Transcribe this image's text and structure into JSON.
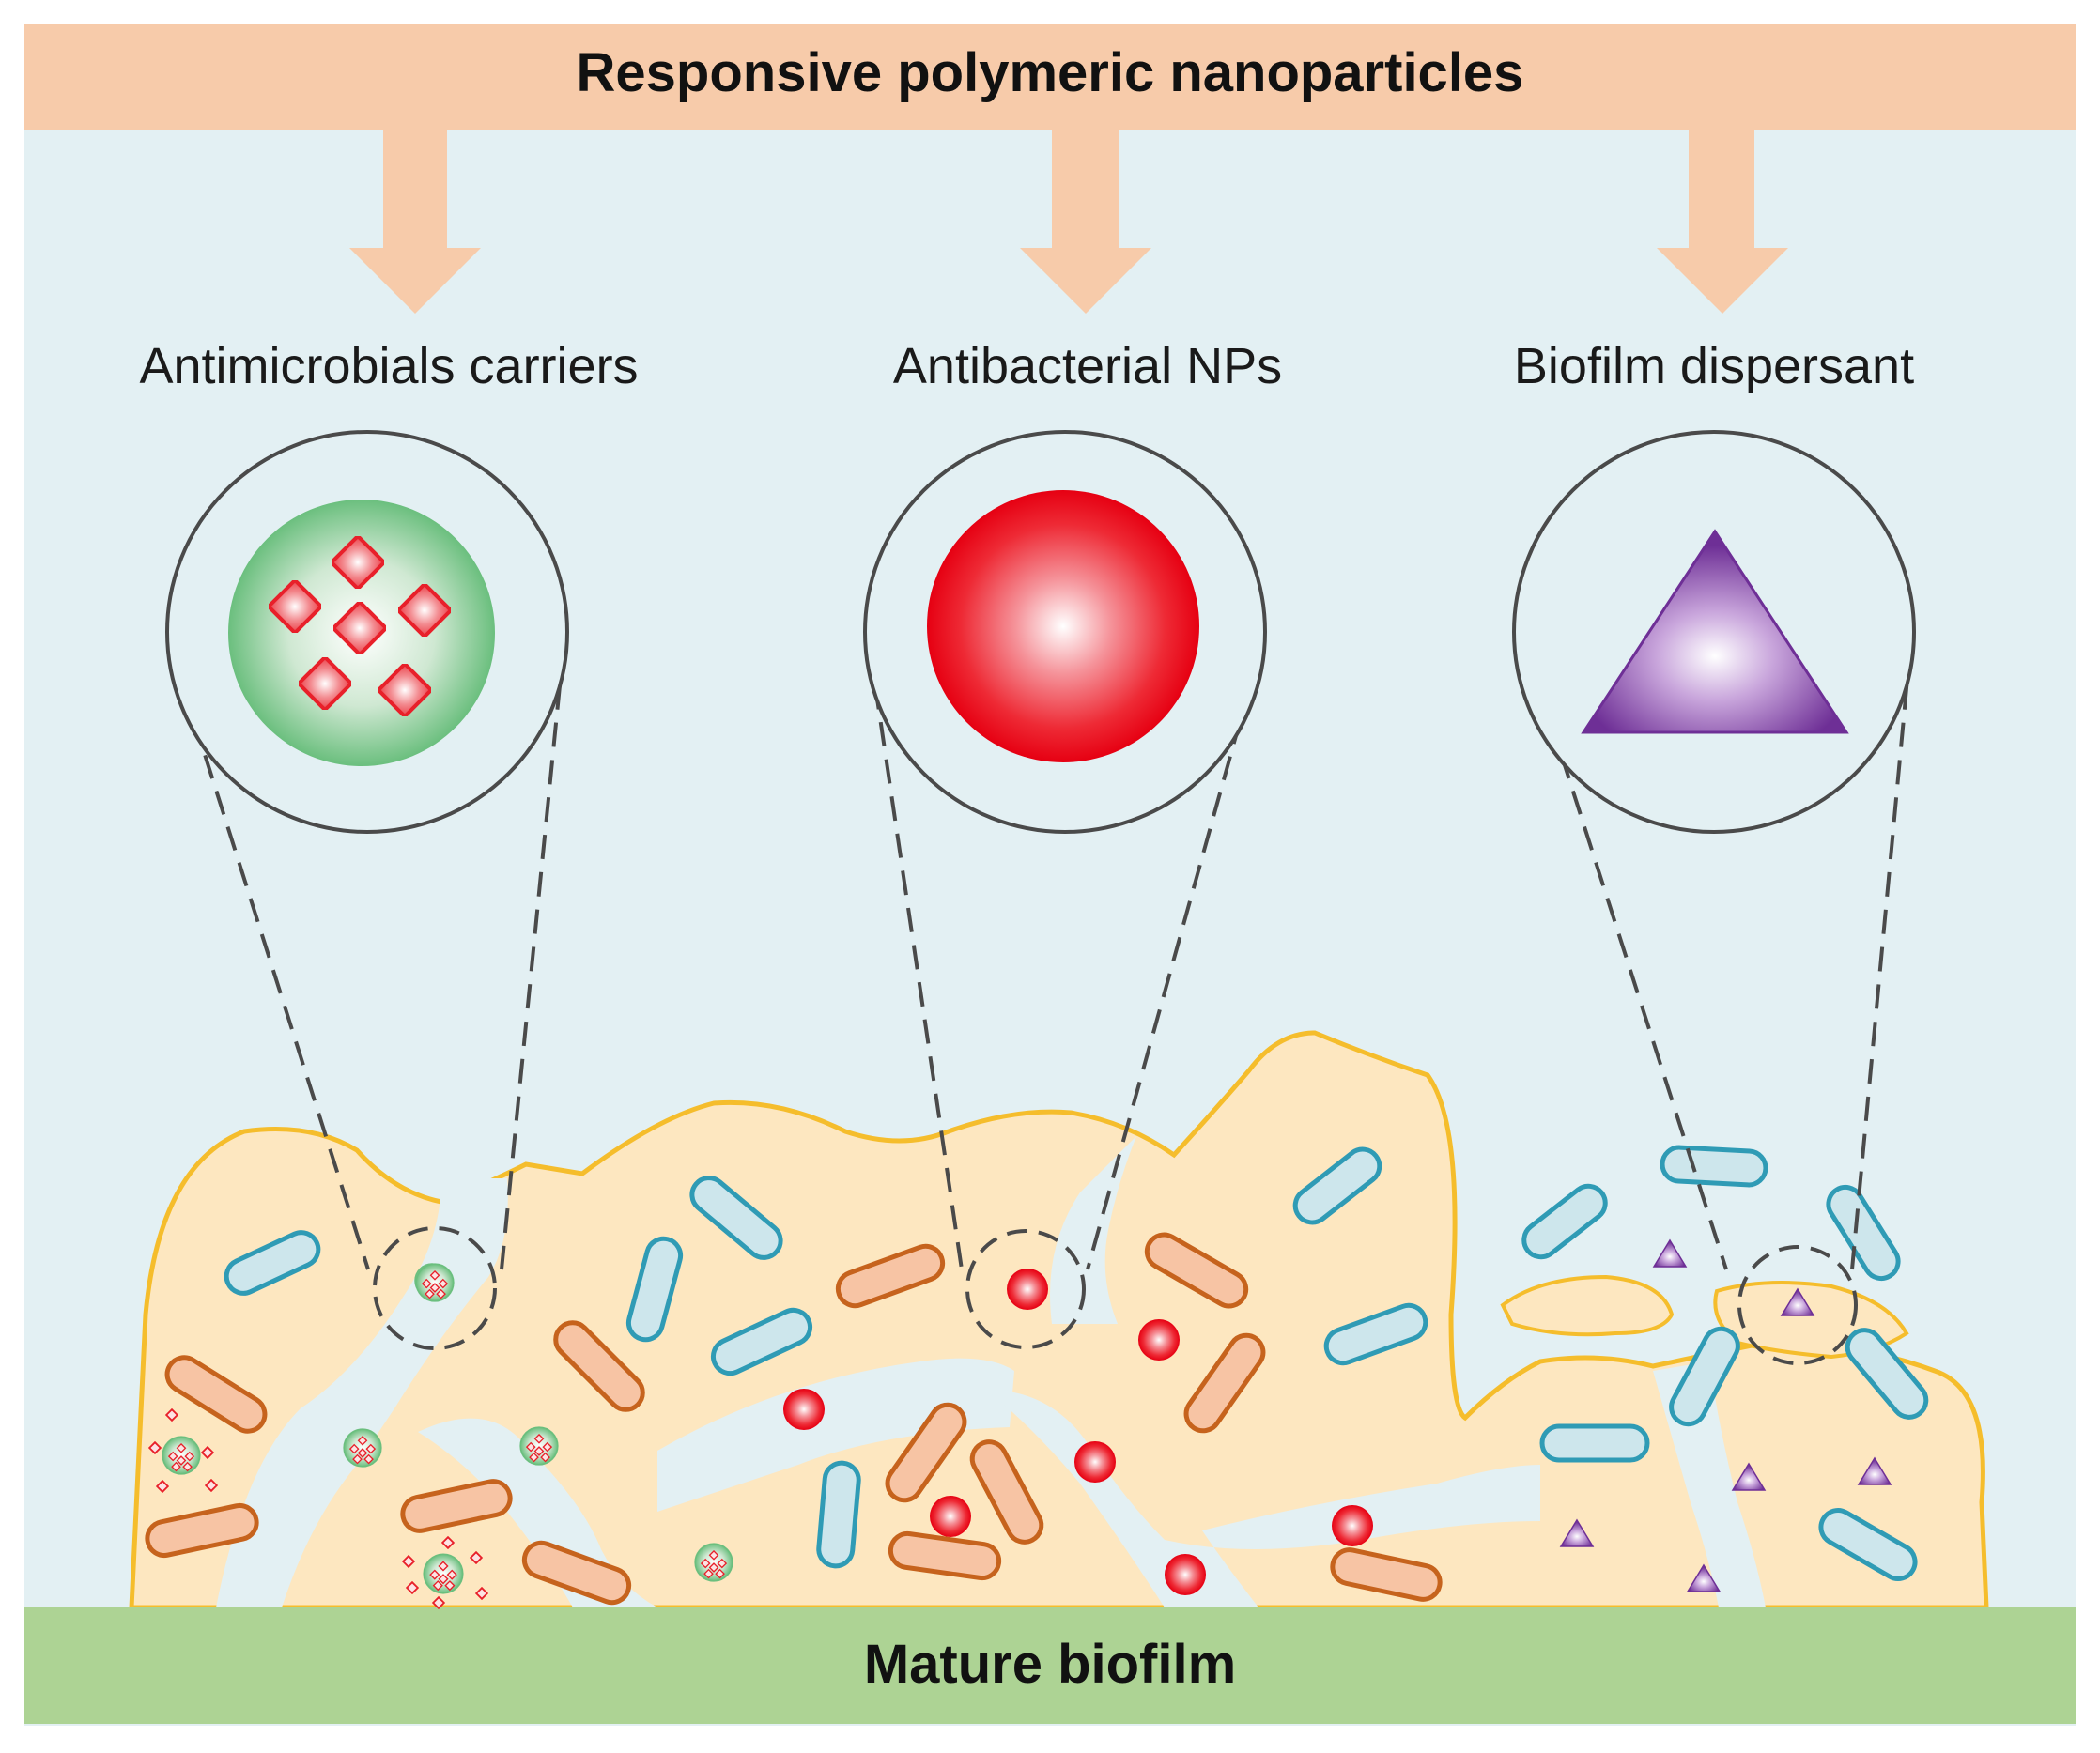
{
  "header": {
    "title": "Responsive polymeric nanoparticles"
  },
  "categories": [
    {
      "label": "Antimicrobials carriers",
      "icon": "drug-loaded-carrier-icon"
    },
    {
      "label": "Antibacterial NPs",
      "icon": "red-sphere-nanoparticle-icon"
    },
    {
      "label": "Biofilm dispersant",
      "icon": "purple-triangle-dispersant-icon"
    }
  ],
  "footer": {
    "label": "Mature biofilm"
  },
  "colors": {
    "header_bar": "#f7cbaa",
    "arrow": "#f7cbaa",
    "background": "#e3f0f3",
    "biofilm_matrix": "#fde7c0",
    "biofilm_outline": "#f5bd2c",
    "substrate": "#add394",
    "bacteria_blue_fill": "#cde6ec",
    "bacteria_blue_stroke": "#2f9bb5",
    "bacteria_orange_fill": "#f7c4a4",
    "bacteria_orange_stroke": "#c6631d",
    "carrier_green": "#6bbf7e",
    "drug_red": "#e8202a",
    "np_red": "#e60012",
    "dispersant_purple": "#7b3fa0"
  }
}
